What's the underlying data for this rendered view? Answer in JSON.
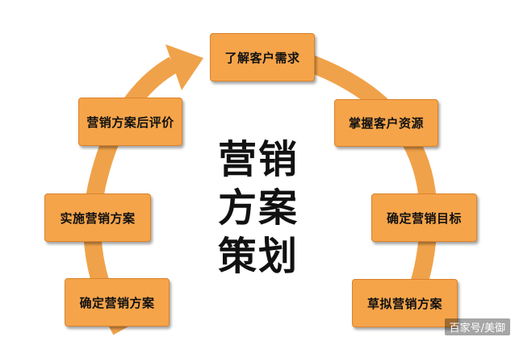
{
  "diagram": {
    "center_title_lines": [
      "营销",
      "方案",
      "策划"
    ],
    "steps": [
      "了解客户需求",
      "掌握客户资源",
      "确定营销目标",
      "草拟营销方案",
      "确定营销方案",
      "实施营销方案",
      "营销方案后评价"
    ],
    "arrow_color": "#f0a24a",
    "box_color": "#f5a44a"
  },
  "watermark": "百家号/美御"
}
